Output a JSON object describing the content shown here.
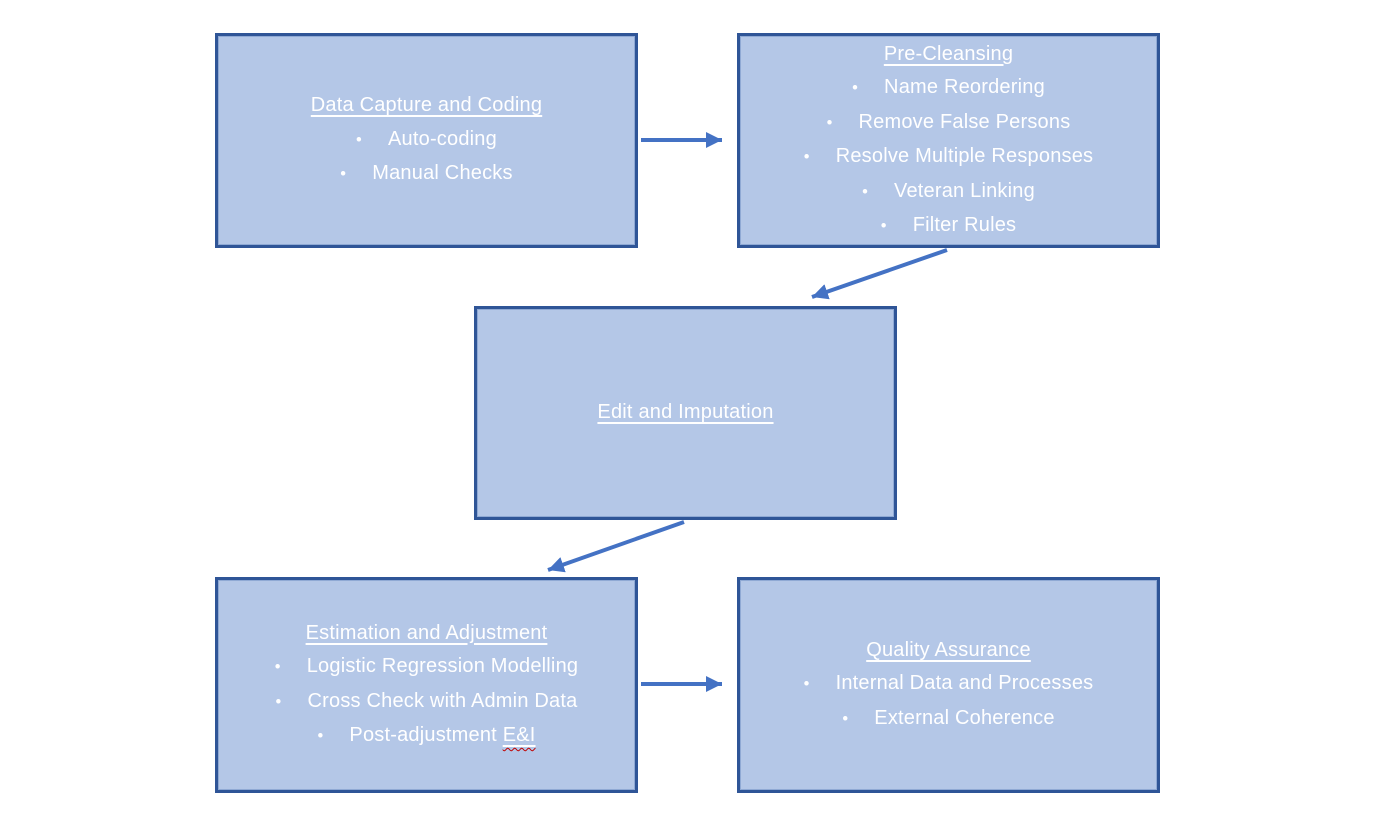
{
  "diagram": {
    "bullet_char": "•",
    "colors": {
      "background": "#ffffff",
      "box_fill": "#b4c7e7",
      "box_border": "#2f5597",
      "arrow": "#4472c4",
      "text": "#ffffff",
      "spellcheck": "#c00000"
    },
    "nodes": [
      {
        "id": "data-capture-and-coding",
        "title": "Data Capture and Coding",
        "bullets": [
          "Auto-coding",
          "Manual Checks"
        ]
      },
      {
        "id": "pre-cleansing",
        "title": "Pre-Cleansing",
        "bullets": [
          "Name Reordering",
          "Remove False Persons",
          "Resolve Multiple Responses",
          "Veteran Linking",
          "Filter Rules"
        ]
      },
      {
        "id": "edit-and-imputation",
        "title": "Edit and Imputation",
        "bullets": []
      },
      {
        "id": "estimation-and-adjustment",
        "title": "Estimation and Adjustment",
        "bullets": [
          "Logistic Regression Modelling",
          "Cross Check with Admin Data"
        ],
        "last_bullet": {
          "prefix": "Post-adjustment ",
          "flagged": "E&I"
        }
      },
      {
        "id": "quality-assurance",
        "title": "Quality Assurance",
        "bullets": [
          "Internal Data and Processes",
          "External Coherence"
        ]
      }
    ],
    "edges": [
      {
        "from": "data-capture-and-coding",
        "to": "pre-cleansing"
      },
      {
        "from": "pre-cleansing",
        "to": "edit-and-imputation"
      },
      {
        "from": "edit-and-imputation",
        "to": "estimation-and-adjustment"
      },
      {
        "from": "estimation-and-adjustment",
        "to": "quality-assurance"
      }
    ]
  }
}
